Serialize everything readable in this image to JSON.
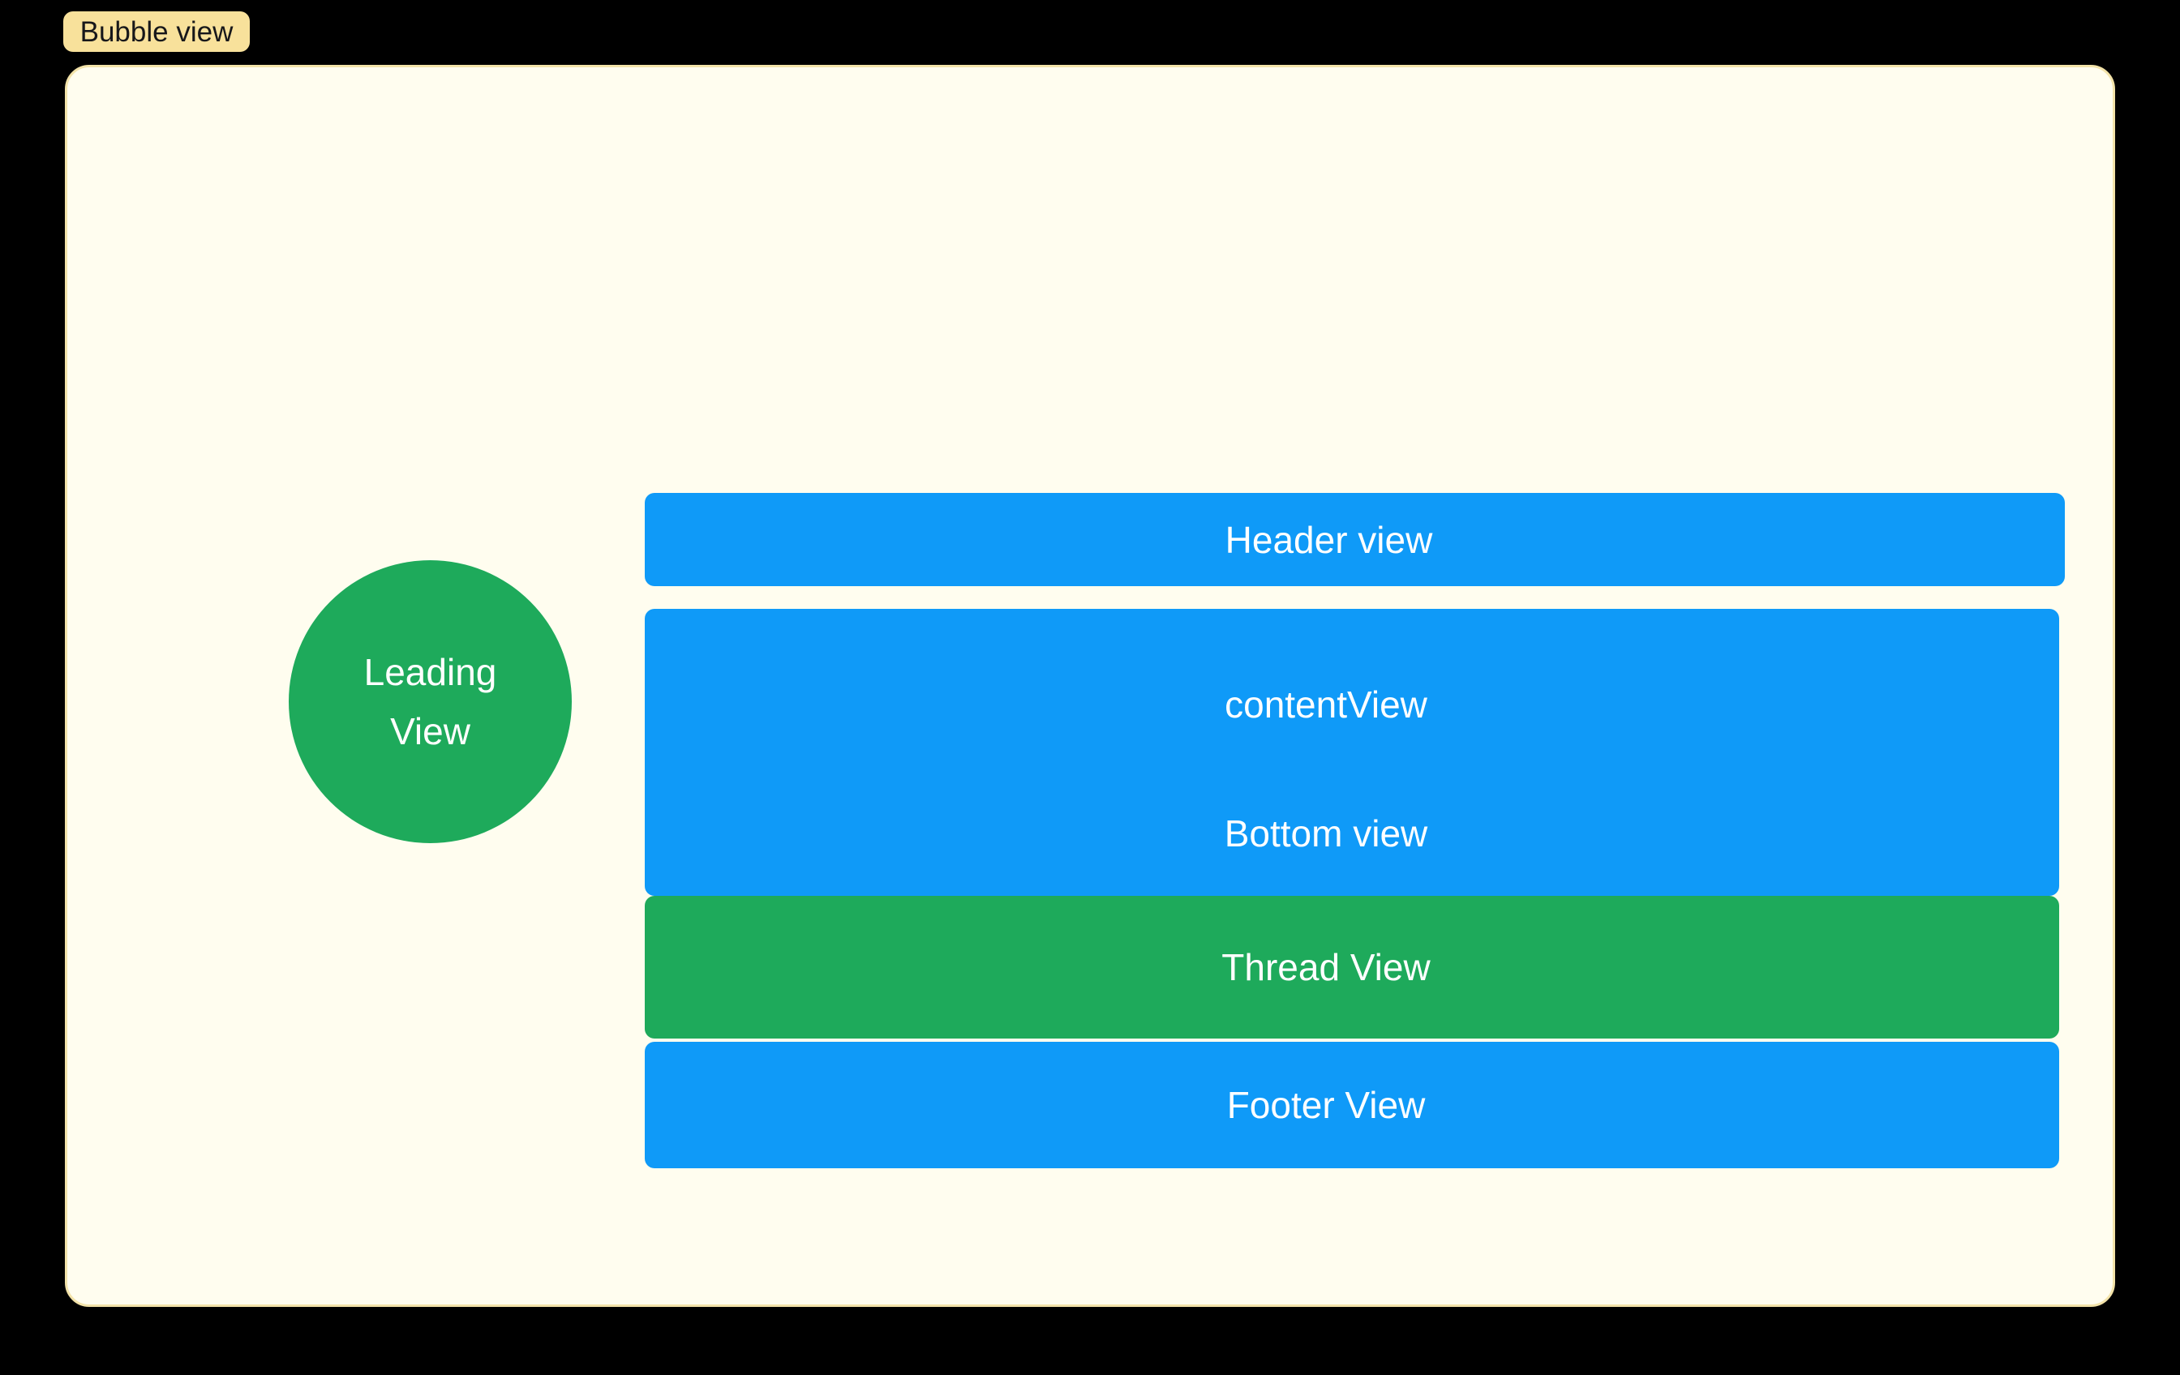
{
  "window": {
    "tab_label": "Bubble view"
  },
  "colors": {
    "background": "#000000",
    "panel_bg": "#FFFDEF",
    "panel_border": "#F3E3A9",
    "tab_bg": "#F8E19B",
    "tab_text": "#17171A",
    "blue": "#0F9AF8",
    "green": "#1EAA5B",
    "label_text": "#FFFFFF"
  },
  "leading_view": {
    "line1": "Leading",
    "line2": "View"
  },
  "header_view": {
    "label": "Header view"
  },
  "content_view": {
    "label": "contentView",
    "bottom_label": "Bottom view"
  },
  "thread_view": {
    "label": "Thread View"
  },
  "footer_view": {
    "label": "Footer View"
  }
}
